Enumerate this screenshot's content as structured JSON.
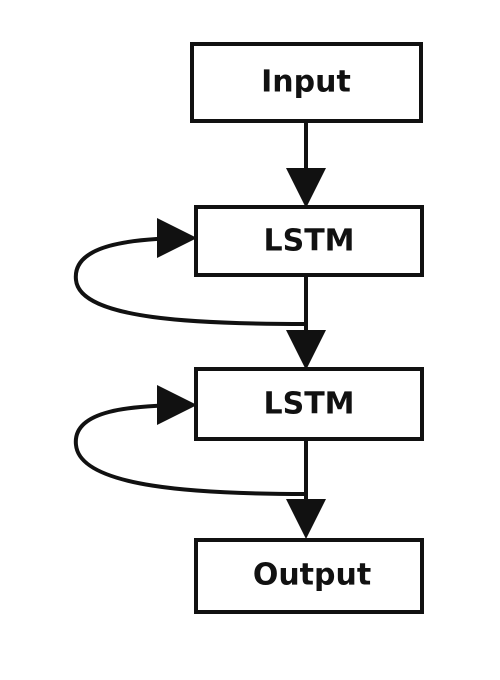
{
  "diagram": {
    "nodes": {
      "input": {
        "label": "Input"
      },
      "lstm_1": {
        "label": "LSTM"
      },
      "lstm_2": {
        "label": "LSTM"
      },
      "output": {
        "label": "Output"
      }
    },
    "edges": [
      {
        "from": "input",
        "to": "lstm_1"
      },
      {
        "from": "lstm_1",
        "to": "lstm_1",
        "kind": "recurrent-loop"
      },
      {
        "from": "lstm_1",
        "to": "lstm_2"
      },
      {
        "from": "lstm_2",
        "to": "lstm_2",
        "kind": "recurrent-loop"
      },
      {
        "from": "lstm_2",
        "to": "output"
      }
    ],
    "colors": {
      "stroke": "#111111",
      "box_fill": "#ffffff",
      "background": "#ffffff"
    }
  }
}
